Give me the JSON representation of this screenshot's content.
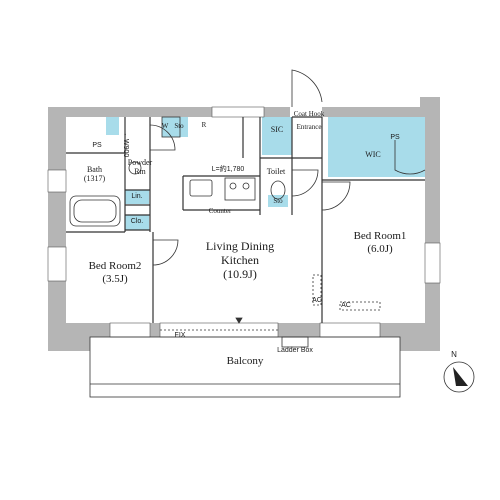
{
  "rooms": {
    "ldk": {
      "name_line1": "Living Dining",
      "name_line2": "Kitchen",
      "size": "(10.9J)"
    },
    "bedroom1": {
      "name": "Bed Room1",
      "size": "(6.0J)"
    },
    "bedroom2": {
      "name": "Bed Room2",
      "size": "(3.5J)"
    },
    "bath": {
      "name": "Bath",
      "size": "(1317)"
    },
    "powder": {
      "name_line1": "Powder",
      "name_line2": "Rm"
    },
    "toilet": {
      "name": "Toilet"
    },
    "balcony": {
      "name": "Balcony"
    },
    "wic": {
      "name": "WIC"
    },
    "sic": {
      "name": "SIC"
    },
    "entrance": {
      "name": "Entrance"
    }
  },
  "labels": {
    "coat_hook": "Coat Hook",
    "counter": "Counter",
    "kitchen_length": "L=約1,780",
    "ps": "PS",
    "lin": "Lin.",
    "clo": "Clo.",
    "w": "W",
    "sto": "Sto",
    "r": "R",
    "fix": "FIX",
    "ladder_box": "Ladder Box",
    "ac": "AC",
    "bath_width": "←W900"
  },
  "compass": {
    "north": "N"
  },
  "colors": {
    "accent": "#a8dcea",
    "wall": "#b5b5b5",
    "line": "#333333"
  }
}
